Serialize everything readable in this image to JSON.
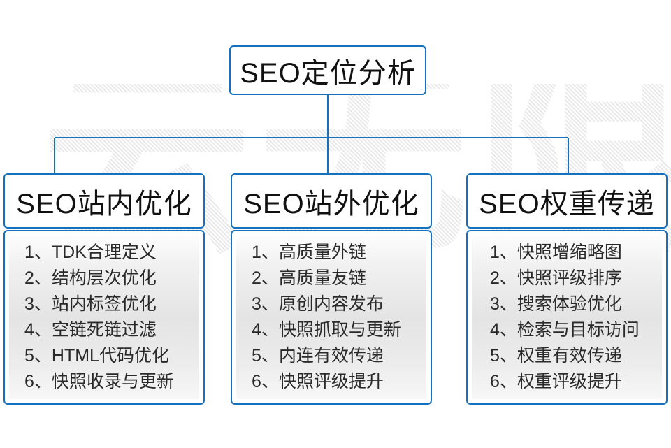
{
  "diagram": {
    "type": "org-tree",
    "accent_color": "#1571be",
    "text_color": "#111111",
    "item_text_color": "#2a2a2a",
    "background": "#ffffff",
    "watermark_text": "云无限",
    "root": {
      "label": "SEO定位分析"
    },
    "columns": [
      {
        "header": "SEO站内优化",
        "items": [
          "1、TDK合理定义",
          "2、结构层次优化",
          "3、站内标签优化",
          "4、空链死链过滤",
          "5、HTML代码优化",
          "6、快照收录与更新"
        ]
      },
      {
        "header": "SEO站外优化",
        "items": [
          "1、高质量外链",
          "2、高质量友链",
          "3、原创内容发布",
          "4、快照抓取与更新",
          "5、内连有效传递",
          "6、快照评级提升"
        ]
      },
      {
        "header": "SEO权重传递",
        "items": [
          "1、快照增缩略图",
          "2、快照评级排序",
          "3、搜索体验优化",
          "4、检索与目标访问",
          "5、权重有效传递",
          "6、权重评级提升"
        ]
      }
    ]
  }
}
